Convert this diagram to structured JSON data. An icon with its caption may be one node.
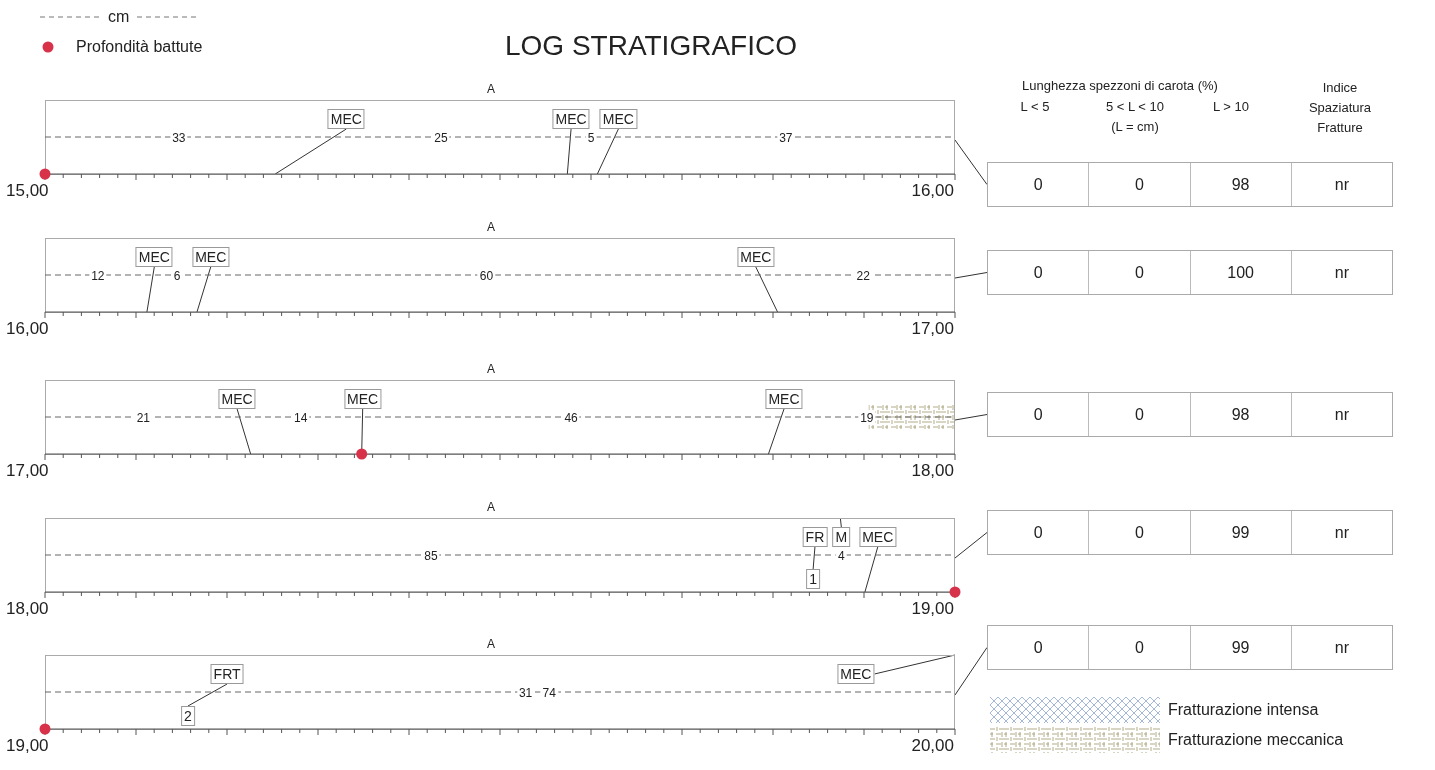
{
  "diagram": {
    "title": "LOG STRATIGRAFICO",
    "nodes": [
      {
        "text": [
          "A",
          "33",
          "25",
          "5",
          "37"
        ],
        "beside": [
          "15,00",
          "16,00"
        ]
      },
      {
        "text": [
          "MEC"
        ],
        "in": 0
      },
      {
        "text": [
          "MEC"
        ],
        "in": 0
      },
      {
        "text": [
          "MEC"
        ],
        "in": 0
      },
      {
        "text": [
          "0",
          "0",
          "98",
          "nr"
        ]
      },
      {
        "text": [
          "A",
          "12",
          "6",
          "60",
          "22"
        ],
        "beside": [
          "16,00",
          "17,00"
        ]
      },
      {
        "text": [
          "MEC"
        ],
        "in": 5
      },
      {
        "text": [
          "MEC"
        ],
        "in": 5
      },
      {
        "text": [
          "MEC"
        ],
        "in": 5
      },
      {
        "text": [
          "0",
          "0",
          "100",
          "nr"
        ]
      },
      {
        "text": [
          "A",
          "21",
          "14",
          "46",
          "19"
        ],
        "beside": [
          "17,00",
          "18,00"
        ]
      },
      {
        "text": [
          "MEC"
        ],
        "in": 10
      },
      {
        "text": [
          "MEC"
        ],
        "in": 10
      },
      {
        "text": [
          "MEC"
        ],
        "in": 10
      },
      {
        "text": [
          "0",
          "0",
          "98",
          "nr"
        ]
      },
      {
        "text": [
          "A",
          "85",
          "4"
        ],
        "beside": [
          "18,00",
          "19,00"
        ]
      },
      {
        "text": [
          "FR"
        ],
        "in": 15
      },
      {
        "text": [
          "M"
        ],
        "in": 15
      },
      {
        "text": [
          "MEC"
        ],
        "in": 15
      },
      {
        "text": [
          "1"
        ],
        "in": 15
      },
      {
        "text": [
          "0",
          "0",
          "99",
          "nr"
        ]
      },
      {
        "text": [
          "A",
          "31",
          "74"
        ],
        "beside": [
          "19,00",
          "20,00"
        ]
      },
      {
        "text": [
          "FRT"
        ],
        "in": 21
      },
      {
        "text": [
          "2"
        ],
        "in": 21
      },
      {
        "text": [
          "MEC"
        ],
        "in": 21
      },
      {
        "text": [
          "0",
          "0",
          "99",
          "nr"
        ]
      }
    ],
    "edges": [
      {
        "from": 1,
        "to": null,
        "arrow": "none"
      },
      {
        "from": 2,
        "to": null,
        "arrow": "none"
      },
      {
        "from": 3,
        "to": null,
        "arrow": "none"
      },
      {
        "from": 0,
        "to": 4,
        "arrow": "none"
      },
      {
        "from": 6,
        "to": null,
        "arrow": "none"
      },
      {
        "from": 7,
        "to": null,
        "arrow": "none"
      },
      {
        "from": 8,
        "to": null,
        "arrow": "none"
      },
      {
        "from": 5,
        "to": 9,
        "arrow": "none"
      },
      {
        "from": 11,
        "to": null,
        "arrow": "none"
      },
      {
        "from": 12,
        "to": null,
        "arrow": "none"
      },
      {
        "from": 13,
        "to": null,
        "arrow": "none"
      },
      {
        "from": 10,
        "to": 14,
        "arrow": "none"
      },
      {
        "from": 16,
        "to": 19,
        "arrow": "none"
      },
      {
        "from": 17,
        "to": null,
        "arrow": "none"
      },
      {
        "from": 18,
        "to": null,
        "arrow": "none"
      },
      {
        "from": 15,
        "to": 20,
        "arrow": "none"
      },
      {
        "from": 22,
        "to": 23,
        "arrow": "none"
      },
      {
        "from": 24,
        "to": null,
        "arrow": "none"
      },
      {
        "from": 21,
        "to": 25,
        "arrow": "none"
      }
    ],
    "labels": [
      "Lunghezza spezzoni di carota (%)",
      "Indice Spaziatura Fratture",
      "L < 5",
      "5 < L < 10",
      "L > 10",
      "(L = cm)"
    ],
    "legend": [
      {
        "text": "cm"
      },
      {
        "text": "Profondità battute",
        "color": "#d8324a"
      },
      {
        "text": "Fratturazione intensa"
      },
      {
        "text": "Fratturazione meccanica"
      }
    ]
  }
}
